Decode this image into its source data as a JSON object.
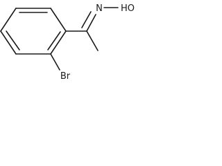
{
  "molecule": {
    "atoms": {
      "nitrogen": "N",
      "hydroxyl": "HO",
      "bromine": "Br"
    },
    "colors": {
      "bond": "#1a1a1a",
      "text": "#1a1a1a",
      "background": "#ffffff"
    }
  }
}
